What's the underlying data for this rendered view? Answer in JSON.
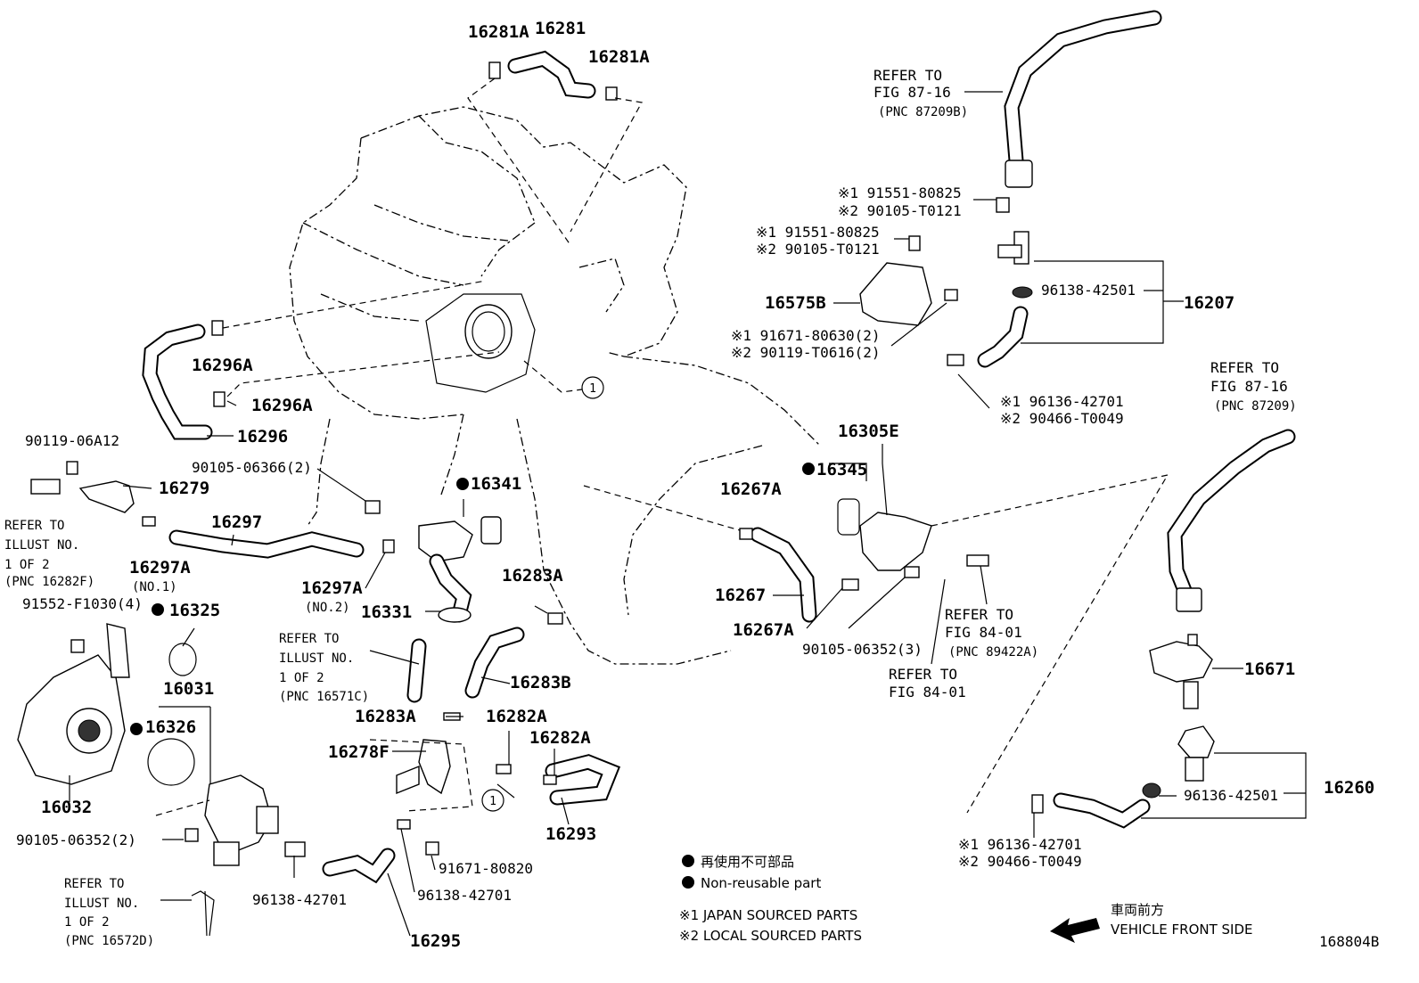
{
  "labels": {
    "p16281A_a": "16281A",
    "p16281": "16281",
    "p16281A_b": "16281A",
    "refer_8716a_1": "REFER TO",
    "refer_8716a_2": "FIG 87-16",
    "refer_8716a_3": "(PNC 87209B)",
    "bolt1_j": "※1 91551-80825",
    "bolt1_l": "※2 90105-T0121",
    "bolt2_j": "※1 91551-80825",
    "bolt2_l": "※2 90105-T0121",
    "p16575B": "16575B",
    "p96138_42501_a": "96138-42501",
    "p16207": "16207",
    "bolt3_j": "※1 91671-80630(2)",
    "bolt3_l": "※2 90119-T0616(2)",
    "p16296A_a": "16296A",
    "p16296A_b": "16296A",
    "p16296": "16296",
    "clamp1_j": "※1 96136-42701",
    "clamp1_l": "※2 90466-T0049",
    "refer_8716b_1": "REFER TO",
    "refer_8716b_2": "FIG 87-16",
    "refer_8716b_3": "(PNC 87209)",
    "p90119_06A12": "90119-06A12",
    "p16279": "16279",
    "p90105_06366": "90105-06366(2)",
    "p16341": "16341",
    "p16305E": "16305E",
    "p16345": "16345",
    "p16267A_a": "16267A",
    "refer_ill_a_1": "REFER TO",
    "refer_ill_a_2": "ILLUST NO.",
    "refer_ill_a_3": "1 OF 2",
    "refer_ill_a_4": "(PNC 16282F)",
    "p16297": "16297",
    "p16297A_a": "16297A",
    "p16297A_a_sub": "(NO.1)",
    "p16297A_b": "16297A",
    "p16297A_b_sub": "(NO.2)",
    "p16283A_a": "16283A",
    "p16267": "16267",
    "p91552": "91552-F1030(4)",
    "p16325": "16325",
    "p16331": "16331",
    "p16267A_b": "16267A",
    "refer_8401a_1": "REFER TO",
    "refer_8401a_2": "FIG 84-01",
    "refer_8401a_3": "(PNC 89422A)",
    "p90105_06352_3": "90105-06352(3)",
    "refer_ill_b_1": "REFER TO",
    "refer_ill_b_2": "ILLUST NO.",
    "refer_ill_b_3": "1 OF 2",
    "refer_ill_b_4": "(PNC 16571C)",
    "p16031": "16031",
    "refer_8401b_1": "REFER TO",
    "refer_8401b_2": "FIG 84-01",
    "p16671": "16671",
    "p16283B": "16283B",
    "p16283A_b": "16283A",
    "p16282A_a": "16282A",
    "p16326": "16326",
    "p16282A_b": "16282A",
    "p16278F": "16278F",
    "p16260": "16260",
    "p96136_42501": "96136-42501",
    "p16032": "16032",
    "p16293": "16293",
    "p90105_06352_2": "90105-06352(2)",
    "clamp2_j": "※1 96136-42701",
    "clamp2_l": "※2 90466-T0049",
    "p91671_80820": "91671-80820",
    "p96138_42701_a": "96138-42701",
    "p96138_42701_b": "96138-42701",
    "refer_ill_c_1": "REFER TO",
    "refer_ill_c_2": "ILLUST NO.",
    "refer_ill_c_3": "1 OF 2",
    "refer_ill_c_4": "(PNC 16572D)",
    "p16295": "16295",
    "circle_ref": "1",
    "drawing_id": "168804B"
  },
  "legend": {
    "non_reusable_jp": "再使用不可部品",
    "non_reusable_en": "Non-reusable part",
    "japan_sourced": "※1 JAPAN SOURCED PARTS",
    "local_sourced": "※2 LOCAL SOURCED PARTS",
    "front_jp": "車両前方",
    "front_en": "VEHICLE FRONT SIDE"
  }
}
